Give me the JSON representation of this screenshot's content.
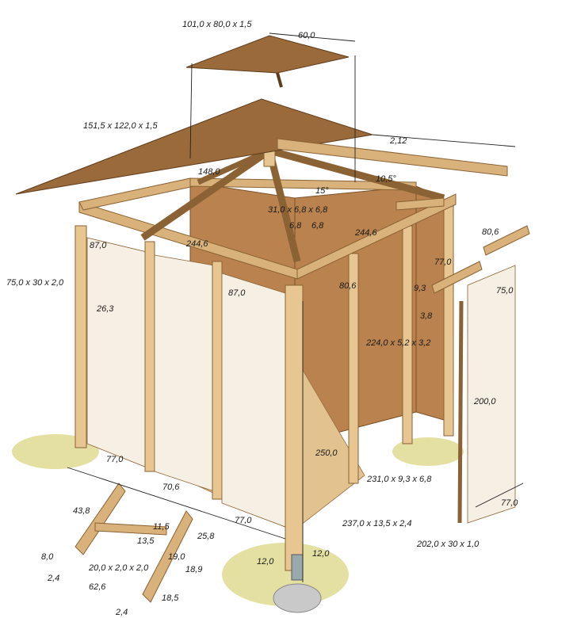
{
  "colors": {
    "wood": "#e8c692",
    "roof": "#9a6a3a",
    "panel": "#b9824e",
    "grass": "#d8d37a"
  },
  "labels": {
    "top_cap": "101,0 x 80,0 x 1,5",
    "top_cap_width": "60,0",
    "roof_sheet": "151,5 x 122,0 x 1,5",
    "roof_overhang": "2,12",
    "rafter_len": "148,0",
    "angle_105": "10,5°",
    "angle_15": "15°",
    "king_post": "31,0 x 6,8 x 6,8",
    "post_68a": "6,8",
    "post_68b": "6,8",
    "beam_2446a": "244,6",
    "beam_2446b": "244,6",
    "panel_87a": "87,0",
    "panel_87b": "87,0",
    "side_post": "75,0 x 30 x 2,0",
    "panel_263": "26,3",
    "detached_beam": "80,6",
    "span_806": "80,6",
    "val_770a": "77,0",
    "val_93": "9,3",
    "val_38": "3,8",
    "door_750": "75,0",
    "door_200": "200,0",
    "door_770": "77,0",
    "rail": "224,0 x 5,2 x 3,2",
    "bench": "231,0 x 9,3 x 6,8",
    "post_height": "250,0",
    "floor_beam": "237,0 x 13,5 x 2,4",
    "door_board": "202,0 x 30 x 1,0",
    "base_770": "77,0",
    "base_706": "70,6",
    "base_770b": "77,0",
    "post_12a": "12,0",
    "post_12b": "12,0",
    "leg_438": "43,8",
    "leg_80": "8,0",
    "leg_24a": "2,4",
    "leg_626": "62,6",
    "leg_24b": "2,4",
    "leg_200": "20,0 x 2,0 x 2,0",
    "leg_115": "11,5",
    "leg_135": "13,5",
    "leg_190": "19,0",
    "leg_258": "25,8",
    "leg_189": "18,9",
    "leg_185": "18,5"
  }
}
